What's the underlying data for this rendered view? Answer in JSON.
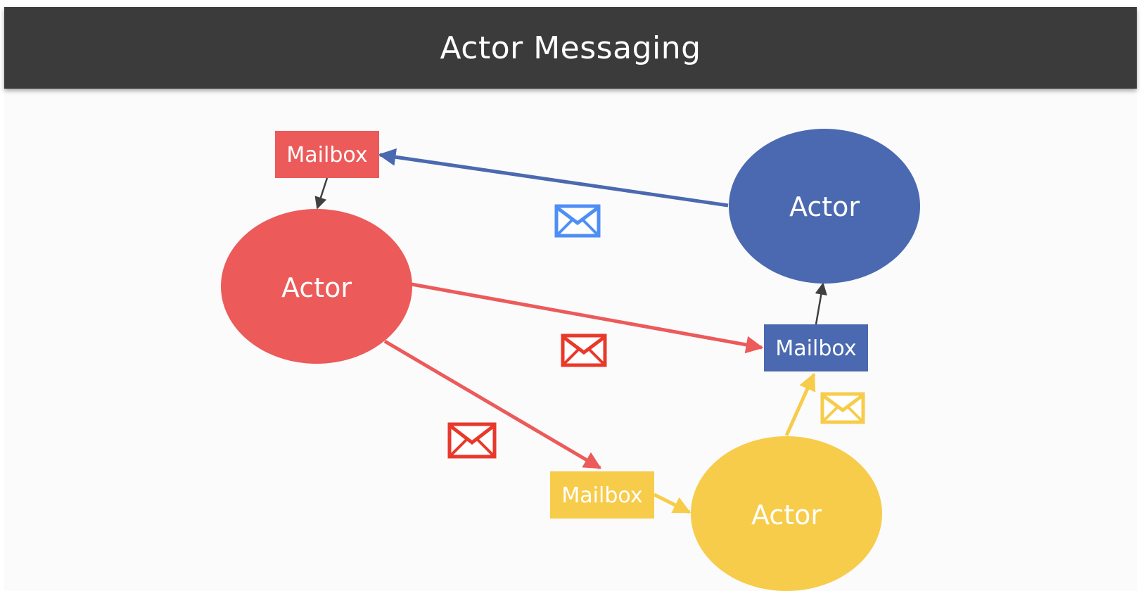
{
  "title": "Actor Messaging",
  "colors": {
    "red": "#ec5a5a",
    "blue": "#4a69b0",
    "yellow": "#f7cc4a",
    "envelope_red": "#e8392b",
    "envelope_blue": "#4d8ff5",
    "envelope_yellow": "#f7cc4a",
    "connector_dark": "#404040"
  },
  "actors": {
    "red": {
      "label": "Actor"
    },
    "blue": {
      "label": "Actor"
    },
    "yellow": {
      "label": "Actor"
    }
  },
  "mailboxes": {
    "red": {
      "label": "Mailbox"
    },
    "blue": {
      "label": "Mailbox"
    },
    "yellow": {
      "label": "Mailbox"
    }
  },
  "messages": [
    {
      "from": "blue actor",
      "to": "red mailbox",
      "icon": "envelope-icon"
    },
    {
      "from": "red actor",
      "to": "blue mailbox",
      "icon": "envelope-icon"
    },
    {
      "from": "red actor",
      "to": "yellow mailbox",
      "icon": "envelope-icon"
    },
    {
      "from": "yellow actor",
      "to": "blue mailbox",
      "icon": "envelope-icon"
    }
  ]
}
